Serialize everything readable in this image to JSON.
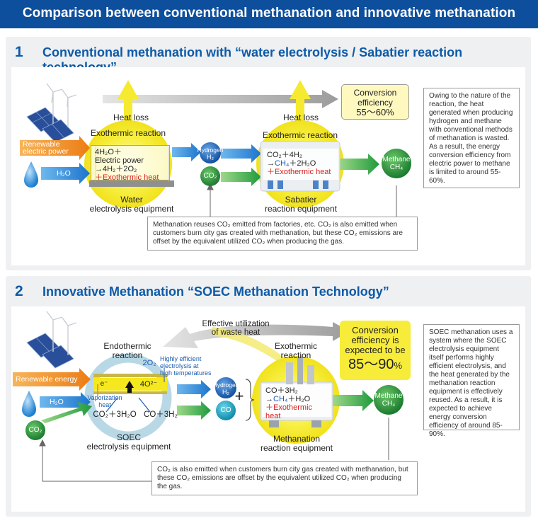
{
  "header": {
    "title": "Comparison between conventional methanation and innovative methanation"
  },
  "section1": {
    "num": "1",
    "title": "Conventional methanation with “water electrolysis / Sabatier reaction technology”",
    "heat_loss_1": "Heat loss",
    "exo_1": "Exothermic reaction",
    "heat_loss_2": "Heat loss",
    "exo_2": "Exothermic reaction",
    "renewable": "Renewable electric power",
    "h2o": "H₂O",
    "electro_l1": "4H₂O＋",
    "electro_l2": "Electric power",
    "electro_l3": "→4H₂＋2O₂",
    "electro_l4": "＋Exothermic heat",
    "hydrogen": "Hydrogen",
    "h2": "H₂",
    "co2": "CO₂",
    "sab_l1": "CO₂＋4H₂",
    "sab_l2a": "→",
    "sab_l2b": "CH₄",
    "sab_l2c": "＋2H₂O",
    "sab_l3": "＋Exothermic heat",
    "methane": "Methane",
    "ch4": "CH₄",
    "water_eq_1": "Water",
    "water_eq_2": "electrolysis equipment",
    "sab_eq_1": "Sabatier",
    "sab_eq_2": "reaction equipment",
    "conv_1": "Conversion",
    "conv_2": "efficiency",
    "conv_3": "55～60%",
    "side_note": "Owing to the nature of the reaction, the heat generated when producing hydrogen and methane with conventional methods of methanation is wasted. As a result, the energy conversion efficiency from electric power to methane is limited to around 55-60%.",
    "bottom_note": "Methanation reuses CO₂ emitted from factories, etc. CO₂ is also emitted when customers burn city gas created with methanation, but these CO₂ emissions are offset by the equivalent utilized CO₂ when producing the gas."
  },
  "section2": {
    "num": "2",
    "title": "Innovative Methanation “SOEC Methanation Technology”",
    "waste_1": "Effective utilization",
    "waste_2": "of waste heat",
    "endo_1": "Endothermic",
    "endo_2": "reaction",
    "exo_1": "Exothermic",
    "exo_2": "reaction",
    "high_1": "Highly efficient",
    "high_2": "electrolysis at",
    "high_3": "high temperatures",
    "o2": "2O₂",
    "e": "e⁻",
    "o4": "4O²⁻",
    "vap_1": "Vaporization",
    "vap_2": "heat",
    "in_left": "CO₂＋3H₂O",
    "in_right": "CO＋3H₂",
    "renewable": "Renewable energy",
    "h2o": "H₂O",
    "co2": "CO₂",
    "hydrogen": "Hydrogen",
    "h2": "H₂",
    "co": "CO",
    "plus": "+",
    "meth_l1": "CO＋3H₂",
    "meth_l2a": "→",
    "meth_l2b": "CH₄",
    "meth_l2c": "＋H₂O",
    "meth_l3": "＋Exothermic heat",
    "methane": "Methane",
    "ch4": "CH₄",
    "soec_1": "SOEC",
    "soec_2": "electrolysis equipment",
    "meth_eq_1": "Methanation",
    "meth_eq_2": "reaction equipment",
    "conv_1": "Conversion",
    "conv_2": "efficiency is",
    "conv_3": "expected to be",
    "conv_4": "85～90",
    "conv_5": "%",
    "side_note": "SOEC methanation uses a system where the SOEC electrolysis equipment itself performs highly efficient electrolysis, and the heat generated by the methanation reaction equipment is effectively reused. As a result, it is expected to achieve energy conversion efficiency of around 85-90%.",
    "bottom_note": "CO₂ is also emitted when customers burn city gas created with methanation, but these CO₂ emissions are offset by the equivalent utilized CO₂ when producing the gas."
  },
  "colors": {
    "header": "#0d4f9c",
    "accent_blue": "#0d5aa7",
    "yellow": "#f6ea3a",
    "orange": "#f0962a",
    "green": "#2e9a44",
    "cyan": "#12a8c8",
    "red": "#d81e1e"
  },
  "icons": [
    "solar-panel-icon",
    "wind-turbine-icon",
    "water-drop-icon",
    "factory-icon"
  ]
}
